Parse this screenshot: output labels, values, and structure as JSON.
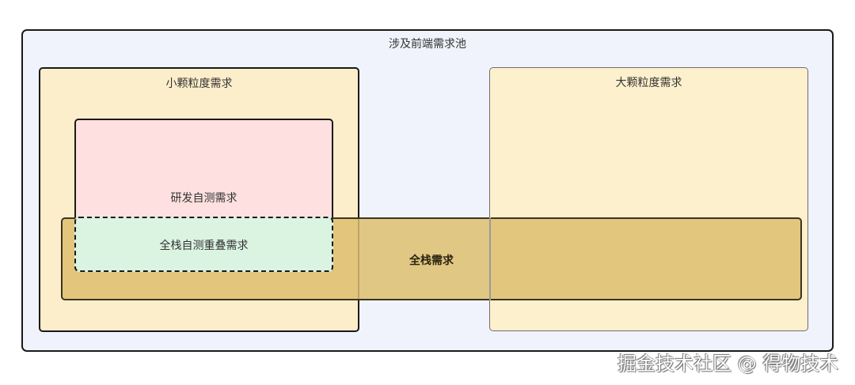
{
  "diagram": {
    "pool": {
      "label": "涉及前端需求池",
      "fill": "#f0f3fb"
    },
    "small_granularity": {
      "label": "小颗粒度需求",
      "fill": "#fdeecb"
    },
    "large_granularity": {
      "label": "大颗粒度需求",
      "fill": "#fdf0cd"
    },
    "dev_self_test": {
      "label": "研发自测需求",
      "fill": "#fde0df"
    },
    "fullstack": {
      "label": "全栈需求",
      "fill": "#dfc27a"
    },
    "overlap": {
      "label": "全栈自测重叠需求",
      "fill": "#dbf3e1",
      "border_style": "dashed"
    }
  },
  "watermark": "掘金技术社区 @ 得物技术"
}
